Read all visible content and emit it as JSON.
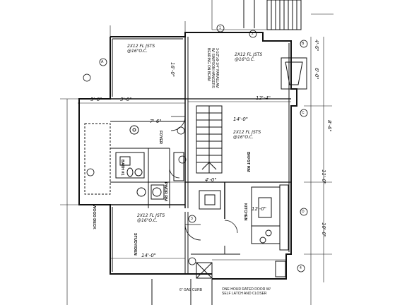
{
  "rooms": {
    "foyer": "FOYER",
    "bkfst_rm": "BKFST RM",
    "kitchen": "KITCHEN",
    "study_den": "STUDY/DEN",
    "bath": "BATH #1",
    "pwdr_rm": "PWDR RM",
    "wood_deck": "WOOD DECK"
  },
  "joist_notes": {
    "upper_left": [
      "2X12 FL JSTS",
      "@16\"O.C."
    ],
    "upper_right": [
      "2X12 FL JSTS",
      "@16\"O.C."
    ],
    "middle": [
      "2X12 FL JSTS",
      "@16\"O.C."
    ],
    "lower_left": [
      "2X12 FL JSTS",
      "@16\"O.C."
    ]
  },
  "notes": {
    "gas_curb": "6\" GAS CURB",
    "fire_door": [
      "ONE HOUR RATED DOOR W/",
      "SELF LATCH AND CLOSER"
    ],
    "vertical_note": [
      "3-1/2\"x9-1/4\" PARALLAM",
      "W/ SIMPSON HANGERS",
      "BEARING ON BEAM"
    ]
  },
  "dimensions": {
    "d1": "14'-0\"",
    "d2": "16'-0\"",
    "d3": "5'-0\"",
    "d4": "3'-0\"",
    "d5": "12'-4\"",
    "d6": "7'-6\"",
    "d7": "8'-6\"",
    "d8": "4'-0\"",
    "d9": "12'-0\"",
    "d10": "14'-0\"",
    "d11": "11'-0\"",
    "d12": "10'-0\"",
    "d13": "6'-0\"",
    "d14": "4'-6\""
  },
  "grid_markers": [
    "A",
    "B",
    "C",
    "D",
    "1",
    "2",
    "3",
    "4"
  ]
}
